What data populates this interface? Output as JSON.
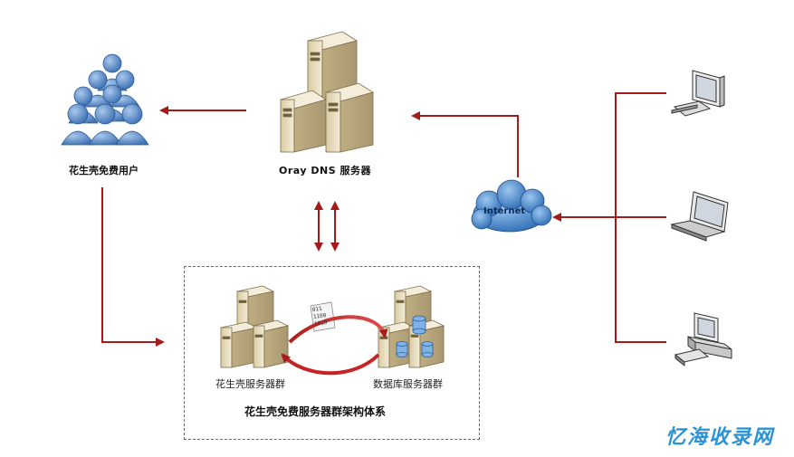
{
  "labels": {
    "users": "花生壳免费用户",
    "dns_server": "Oray DNS 服务器",
    "internet": "Internet",
    "hsk_cluster": "花生壳服务器群",
    "db_cluster": "数据库服务器群",
    "system_title": "花生壳免费服务器群架构体系",
    "data_bits": [
      "011",
      "1100",
      "1010"
    ]
  },
  "watermark": "忆海收录网",
  "colors": {
    "arrow": "#a51b1b",
    "server_body": "#e9ddbf",
    "server_shade": "#c7b88f",
    "user": "#5c8fc9",
    "cloud": "#3d7fc4",
    "watermark": "#2a93d5"
  },
  "icons": [
    "users-group-icon",
    "dns-server-icon",
    "cloud-icon",
    "desktop-computer-icon",
    "laptop-icon",
    "workstation-icon",
    "server-cluster-icon",
    "database-server-icon",
    "data-file-icon"
  ]
}
